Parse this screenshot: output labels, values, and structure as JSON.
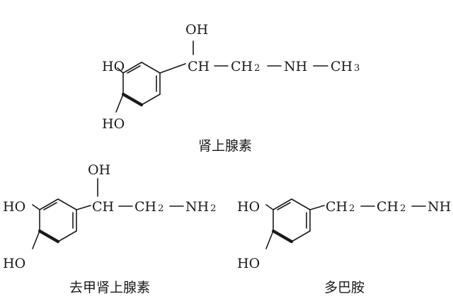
{
  "molecules": [
    {
      "caption": "肾上腺素",
      "ring_top_label": "HO",
      "ring_bottom_label": "HO",
      "side_oh_label": "OH",
      "chain_1": "CH",
      "chain_2_main": "CH",
      "chain_2_sub": "2",
      "chain_3": "NH",
      "chain_4_main": "CH",
      "chain_4_sub": "3"
    },
    {
      "caption": "去甲肾上腺素",
      "ring_top_label": "HO",
      "ring_bottom_label": "HO",
      "side_oh_label": "OH",
      "chain_1": "CH",
      "chain_2_main": "CH",
      "chain_2_sub": "2",
      "chain_3_main": "NH",
      "chain_3_sub": "2"
    },
    {
      "caption": "多巴胺",
      "ring_top_label": "HO",
      "ring_bottom_label": "HO",
      "chain_1_main": "CH",
      "chain_1_sub": "2",
      "chain_2_main": "CH",
      "chain_2_sub": "2",
      "chain_3": "NH"
    }
  ]
}
